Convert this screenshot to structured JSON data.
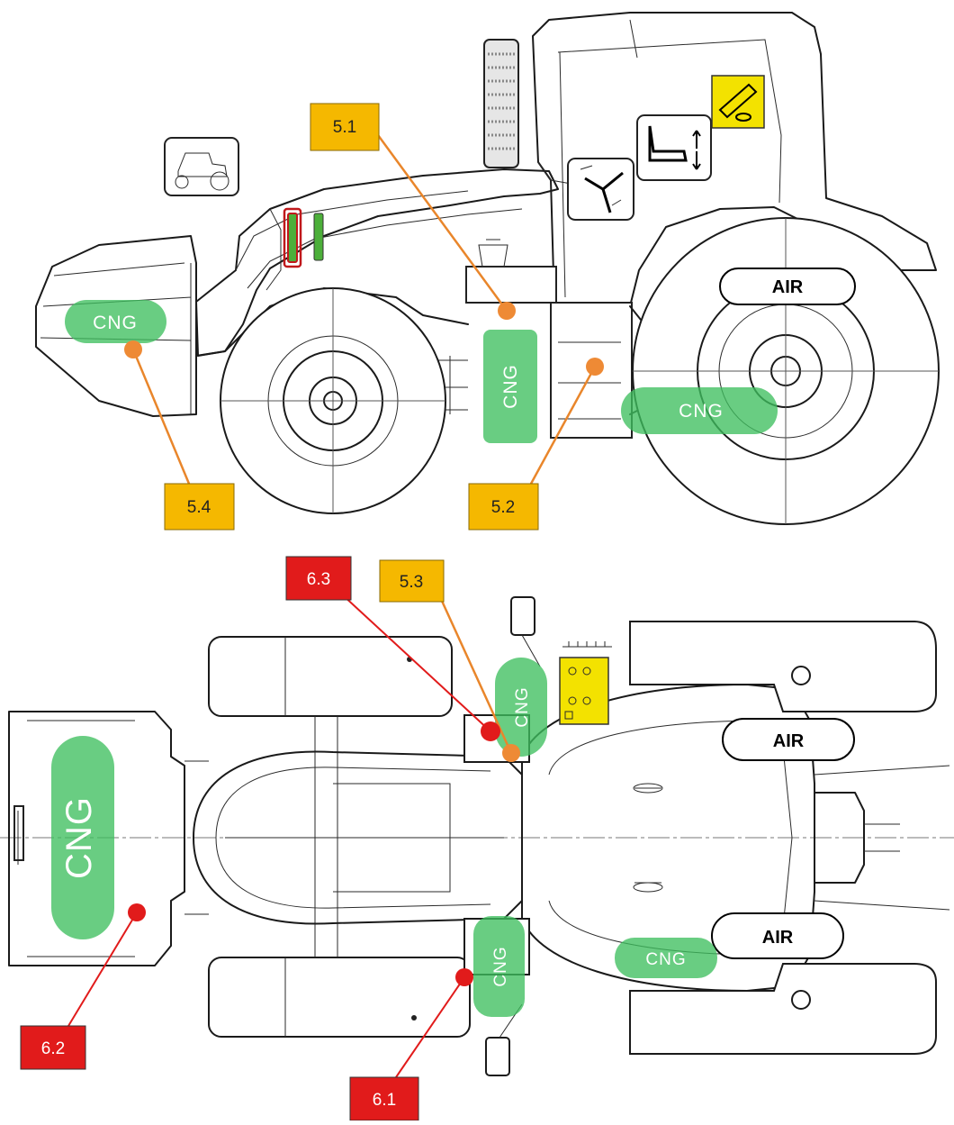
{
  "labels": {
    "cng": "CNG",
    "air": "AIR"
  },
  "callouts": {
    "c51": "5.1",
    "c52": "5.2",
    "c53": "5.3",
    "c54": "5.4",
    "c61": "6.1",
    "c62": "6.2",
    "c63": "6.3"
  },
  "colors": {
    "cng_zone": "#3fbf5f",
    "callout_yellow": "#f5b800",
    "callout_red": "#e11b1b",
    "leader_orange": "#e9862b"
  },
  "icons": [
    "tractor-icon",
    "steering-wheel-icon",
    "seat-adjust-icon",
    "warning-label-icon",
    "battery-icon"
  ]
}
